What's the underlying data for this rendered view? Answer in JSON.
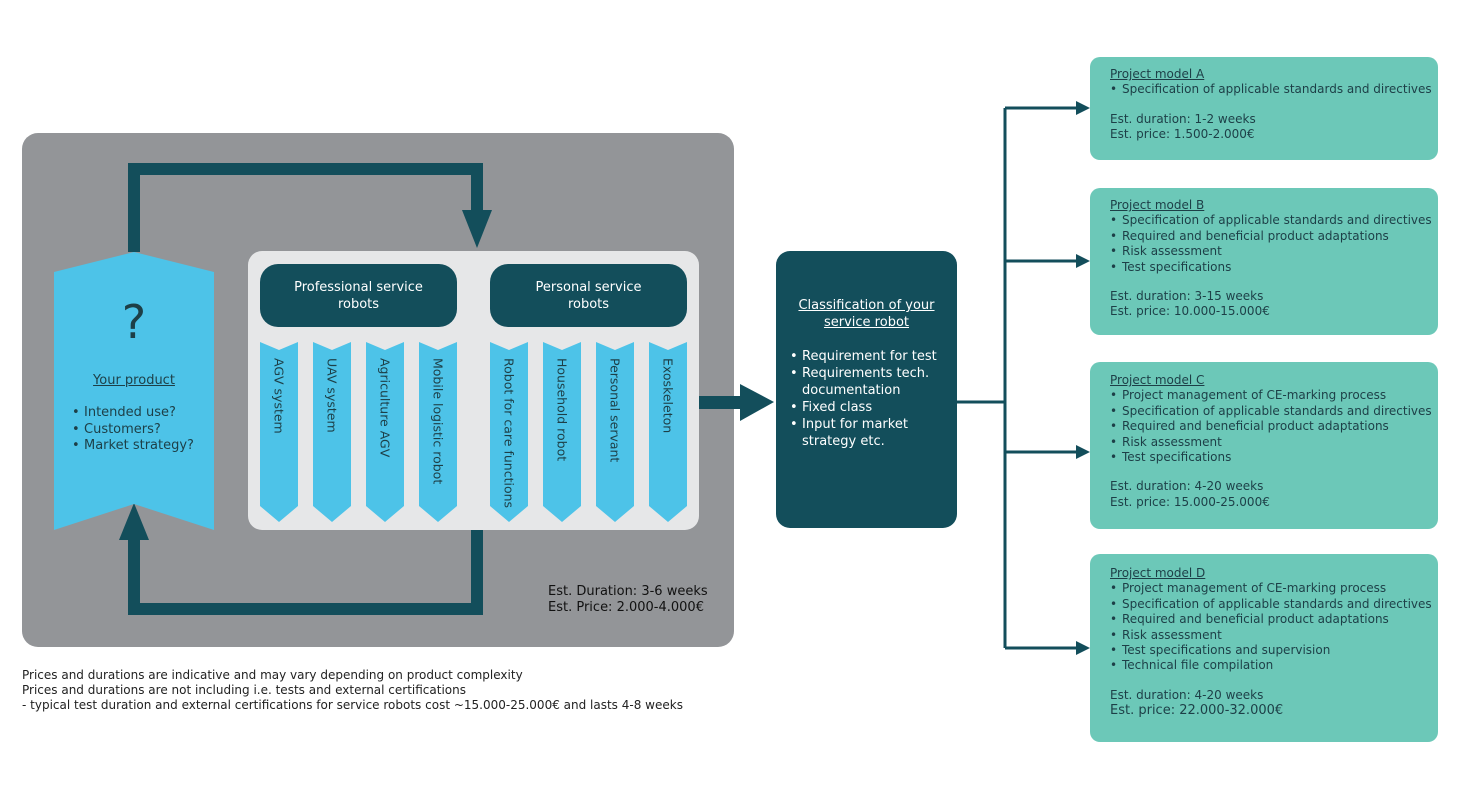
{
  "product": {
    "symbol": "?",
    "title": "Your product",
    "items": [
      "Intended use?",
      "Customers?",
      "Market strategy?"
    ]
  },
  "groups": {
    "professional": "Professional service robots",
    "personal": "Personal service robots"
  },
  "robots": [
    "AGV system",
    "UAV system",
    "Agriculture AGV",
    "Mobile logistic robot",
    "Robot for care functions",
    "Household robot",
    "Personal servant",
    "Exoskeleton"
  ],
  "gray_estimate": {
    "duration": "Est. Duration: 3-6 weeks",
    "price": "Est. Price: 2.000-4.000€"
  },
  "classification": {
    "title": "Classification of your service robot",
    "items": [
      "Requirement for test",
      "Requirements tech. documentation",
      "Fixed class",
      "Input for market strategy etc."
    ]
  },
  "models": [
    {
      "title": "Project model A",
      "items": [
        "Specification of applicable standards and directives"
      ],
      "duration": "Est. duration: 1-2 weeks",
      "price": "Est. price: 1.500-2.000€"
    },
    {
      "title": "Project model B",
      "items": [
        "Specification of applicable standards and directives",
        "Required and beneficial product adaptations",
        "Risk assessment",
        "Test specifications"
      ],
      "duration": "Est. duration: 3-15 weeks",
      "price": "Est. price: 10.000-15.000€"
    },
    {
      "title": "Project model C",
      "items": [
        "Project management of CE-marking process",
        "Specification of applicable standards and directives",
        "Required and beneficial product adaptations",
        "Risk assessment",
        "Test specifications"
      ],
      "duration": "Est. duration: 4-20 weeks",
      "price": "Est. price: 15.000-25.000€"
    },
    {
      "title": "Project model D",
      "items": [
        "Project management of CE-marking process",
        "Specification of applicable standards and directives",
        "Required and beneficial product adaptations",
        "Risk assessment",
        "Test specifications and supervision",
        "Technical file compilation"
      ],
      "duration": "Est. duration: 4-20 weeks",
      "price": "Est. price: 22.000-32.000€"
    }
  ],
  "notes": [
    "Prices and durations are indicative and may vary depending on product complexity",
    "Prices and durations are not including i.e. tests and external certifications",
    "- typical test duration and external certifications for service robots cost ~15.000-25.000€ and lasts 4-8 weeks"
  ],
  "colors": {
    "gray_panel": "#939598",
    "inner_panel": "#e6e7e8",
    "dark_teal": "#134e5b",
    "light_blue": "#4dc3e8",
    "mint": "#6cc8b8"
  }
}
